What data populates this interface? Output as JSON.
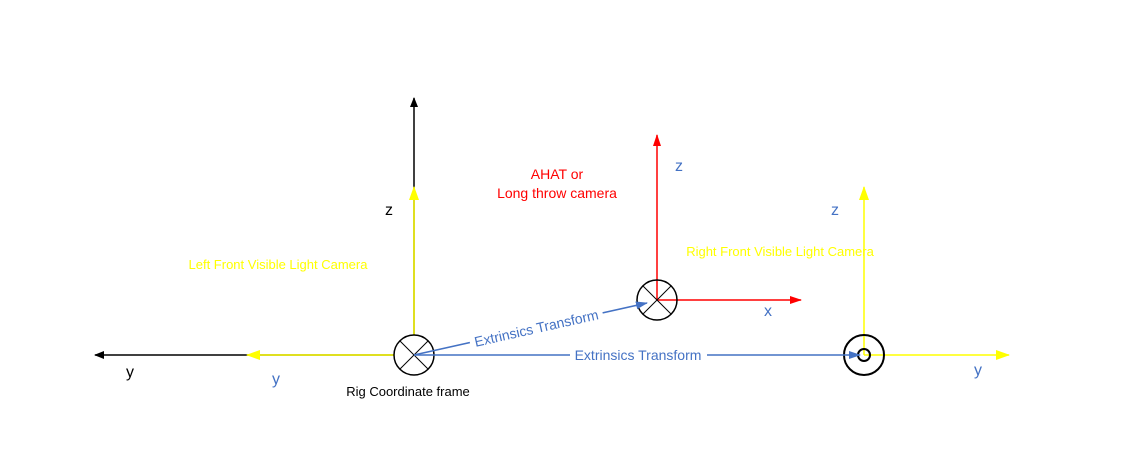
{
  "labels": {
    "rig_frame": "Rig Coordinate frame",
    "left_camera": "Left Front Visible Light Camera",
    "right_camera": "Right Front Visible Light Camera",
    "ahat_line1": "AHAT or",
    "ahat_line2": "Long throw camera",
    "transform_to_ahat": "Extrinsics Transform",
    "transform_to_right": "Extrinsics Transform",
    "rig_z": "z",
    "rig_y": "y",
    "left_y": "y",
    "ahat_z": "z",
    "ahat_x": "x",
    "right_z": "z",
    "right_y": "y"
  },
  "colors": {
    "rig": "#000000",
    "visible_light": "#FFFF00",
    "ahat": "#FF0000",
    "transform": "#4472C4",
    "axis_label": "#4472C4"
  }
}
